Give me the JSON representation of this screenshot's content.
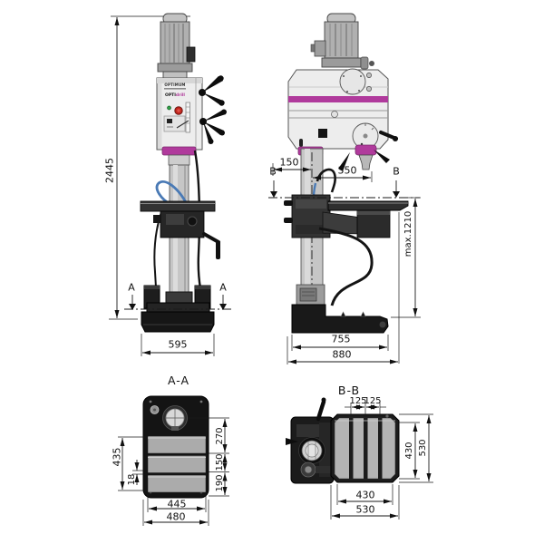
{
  "front_view": {
    "height": "2445",
    "base_width": "595",
    "marker": "A",
    "brand": "OPTIMUM",
    "model_prefix": "OPTI",
    "model_suffix": "drill"
  },
  "side_view": {
    "head_front": "150",
    "spindle_reach": "350",
    "marker": "B",
    "max_height": "max.1210",
    "base_depth": "755",
    "overall_depth": "880"
  },
  "section_aa": {
    "title": "A-A",
    "seg_top": "270",
    "seg_mid": "150",
    "seg_bottom": "190",
    "slot_span": "435",
    "rib": "18",
    "inner_width": "445",
    "outer_width": "480"
  },
  "section_bb": {
    "title": "B-B",
    "pitch_left": "125",
    "pitch_right": "125",
    "inner_height": "430",
    "outer_height": "530",
    "inner_width": "430",
    "outer_width": "530"
  },
  "colors": {
    "accent": "#b03a9c",
    "hose": "#4a7ab5",
    "ink": "#1a1a1a"
  }
}
